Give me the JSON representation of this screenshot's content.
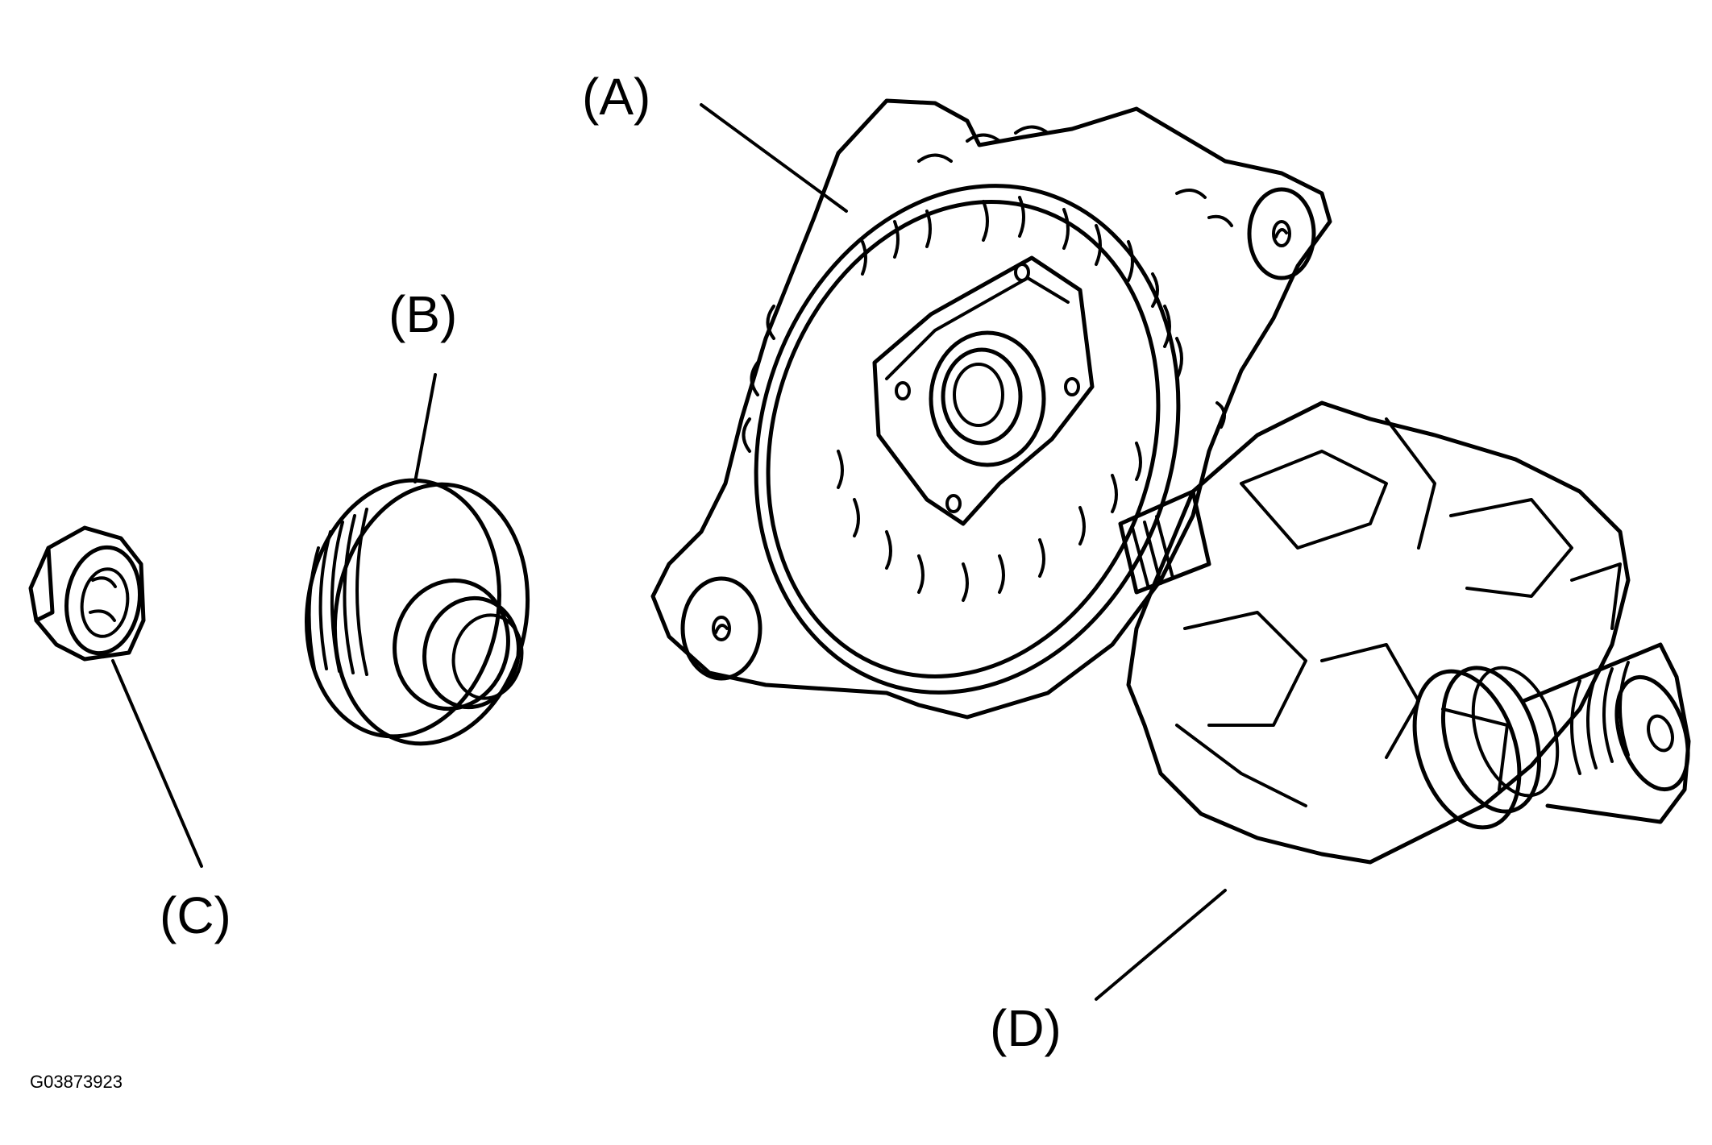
{
  "callouts": {
    "a": "(A)",
    "b": "(B)",
    "c": "(C)",
    "d": "(D)"
  },
  "figure_id": "G03873923",
  "colors": {
    "line": "#000000",
    "background": "#ffffff"
  }
}
